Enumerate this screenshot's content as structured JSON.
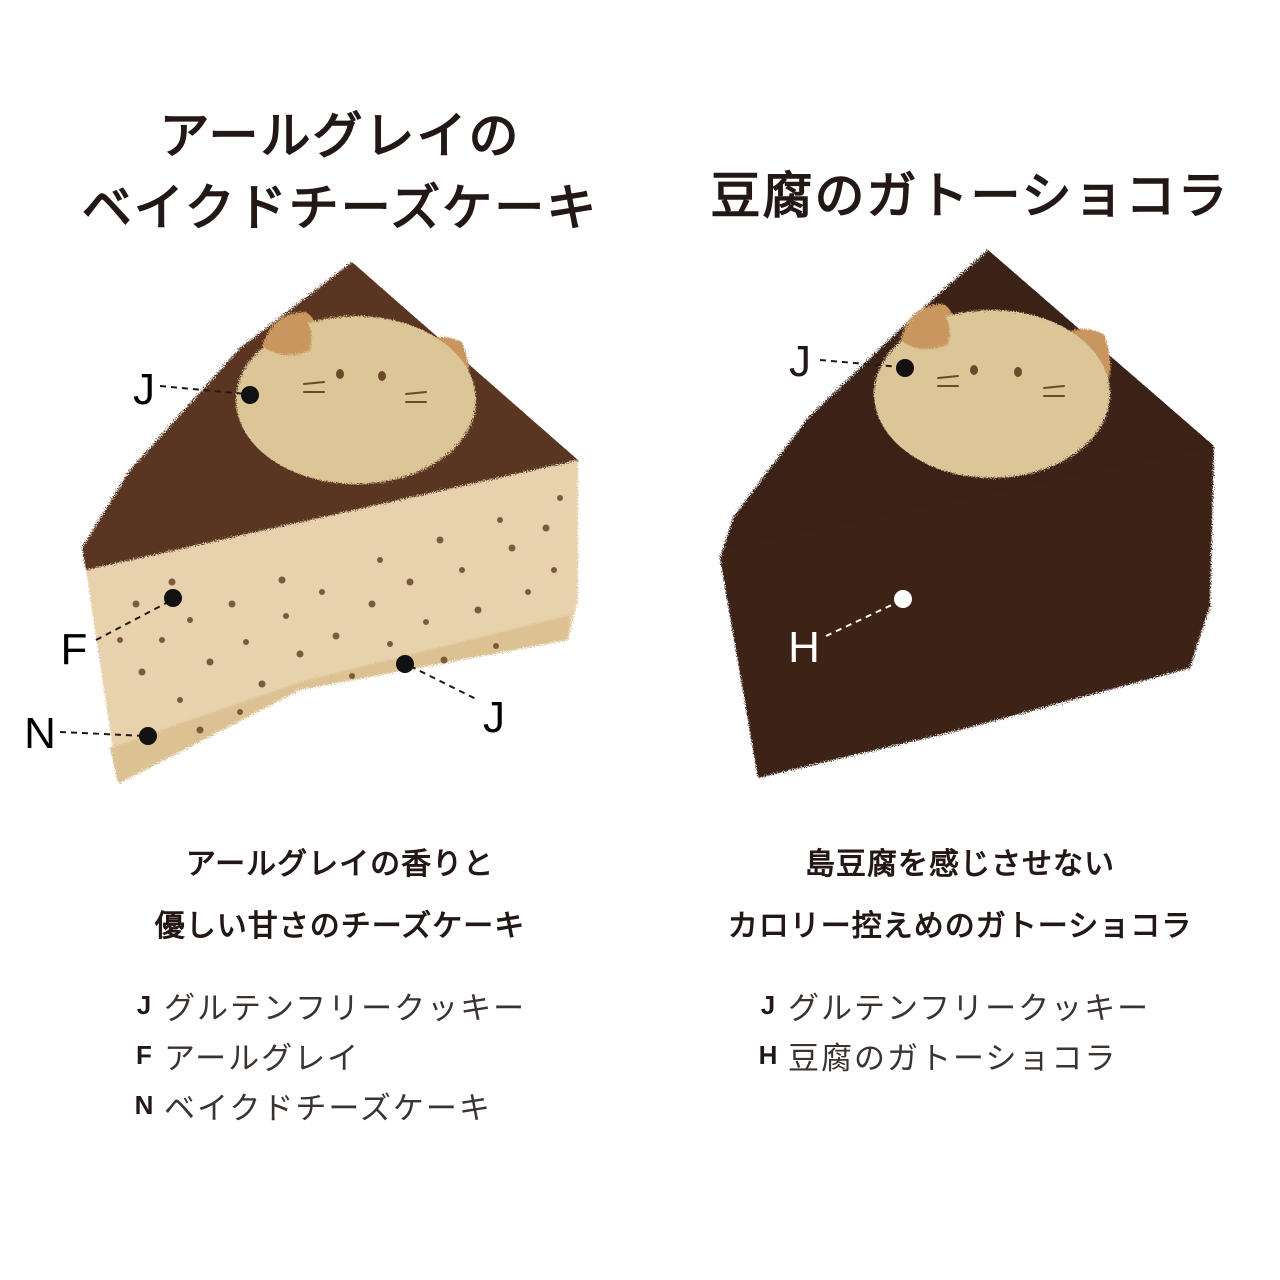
{
  "left": {
    "title": [
      "アールグレイの",
      "ベイクドチーズケーキ"
    ],
    "description": [
      "アールグレイの香りと",
      "優しい甘さのチーズケーキ"
    ],
    "callouts": [
      "J",
      "F",
      "N",
      "J"
    ],
    "legend": [
      {
        "letter": "J",
        "name": "グルテンフリークッキー"
      },
      {
        "letter": "F",
        "name": "アールグレイ"
      },
      {
        "letter": "N",
        "name": "ベイクドチーズケーキ"
      }
    ]
  },
  "right": {
    "title": "豆腐のガトーショコラ",
    "description": [
      "島豆腐を感じさせない",
      "カロリー控えめのガトーショコラ"
    ],
    "callouts": [
      "J",
      "H"
    ],
    "legend": [
      {
        "letter": "J",
        "name": "グルテンフリークッキー"
      },
      {
        "letter": "H",
        "name": "豆腐のガトーショコラ"
      }
    ]
  },
  "colors": {
    "cocoa_top": "#5a3520",
    "cheese_body": "#e8d2ad",
    "chocolate": "#3e2219",
    "cat_face": "#dcc596",
    "cat_patch": "#c9965f",
    "text": "#231815"
  }
}
